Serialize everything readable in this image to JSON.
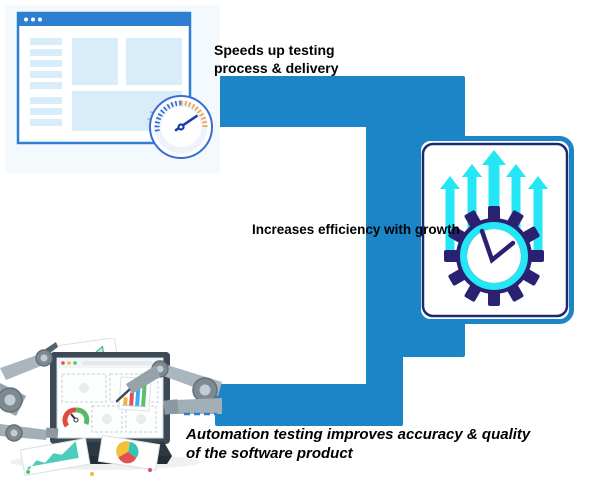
{
  "palette": {
    "flow_blue": "#1b85c8",
    "browser_blue": "#2e7fd2",
    "panel_light": "#d9ecf9",
    "bg_tint": "#f4f9fd",
    "cyan": "#25e6f5",
    "navy": "#2a2173",
    "card_border_navy": "#1b2a6b",
    "tick_blue": "#2a6ad0",
    "tick_orange": "#f0a050",
    "needle_blue": "#1a3fa8",
    "text_black": "#000000"
  },
  "captions": {
    "top": {
      "line1": "Speeds up testing",
      "line2": "process & delivery"
    },
    "middle": "Increases efficiency with growth",
    "bottom": {
      "line1": "Automation testing improves accuracy & quality",
      "line2": "of the software product"
    }
  },
  "icons": {
    "browser_window": "browser-window-icon",
    "speedometer": "speedometer-gauge-icon",
    "flow_arrow": "flow-arrow-shape",
    "growth_arrows": "growth-up-arrows-icon",
    "gear_clock": "gear-clock-icon",
    "robot": "robot-automation-icon"
  }
}
